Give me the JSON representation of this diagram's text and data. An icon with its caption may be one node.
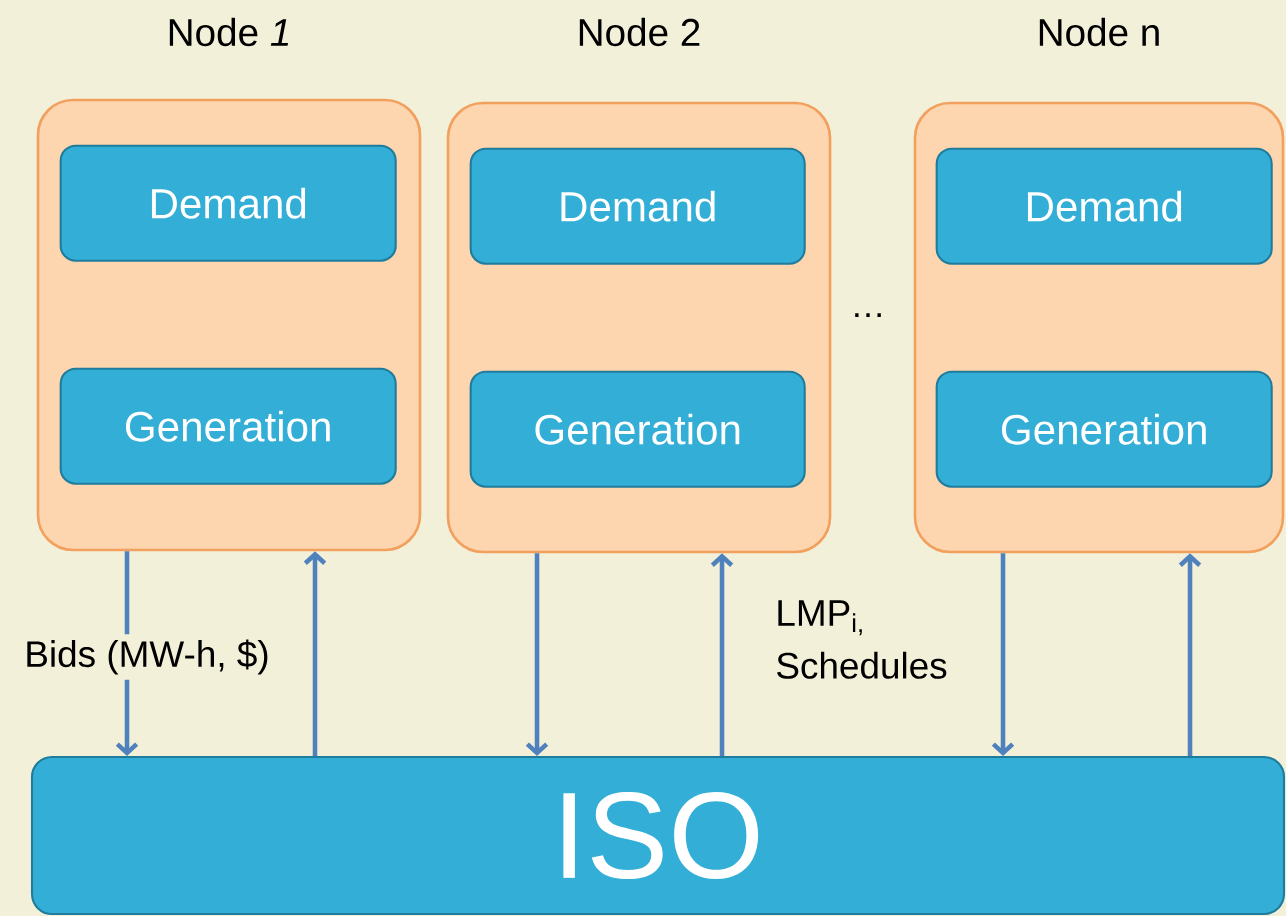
{
  "diagram": {
    "nodes": [
      {
        "text": [
          "Node *1*"
        ]
      },
      {
        "text": [
          "Demand"
        ],
        "in": 0
      },
      {
        "text": [
          "Generation"
        ],
        "in": 0
      },
      {
        "text": [
          "Node 2"
        ]
      },
      {
        "text": [
          "Demand"
        ],
        "in": 3
      },
      {
        "text": [
          "Generation"
        ],
        "in": 3
      },
      {
        "text": [
          "Node n"
        ]
      },
      {
        "text": [
          "Demand"
        ],
        "in": 6
      },
      {
        "text": [
          "Generation"
        ],
        "in": 6
      },
      {
        "text": [
          "ISO"
        ]
      }
    ],
    "edges": [
      {
        "from": 0,
        "to": 9,
        "arrow": "to",
        "label": "Bids (MW-h, $)"
      },
      {
        "from": 9,
        "to": 0,
        "arrow": "to"
      },
      {
        "from": 3,
        "to": 9,
        "arrow": "to"
      },
      {
        "from": 9,
        "to": 3,
        "arrow": "to"
      },
      {
        "from": 6,
        "to": 9,
        "arrow": "to"
      },
      {
        "from": 9,
        "to": 6,
        "arrow": "to"
      }
    ],
    "labels": [
      "…",
      "LMP$_{i,}$ Schedules"
    ]
  }
}
